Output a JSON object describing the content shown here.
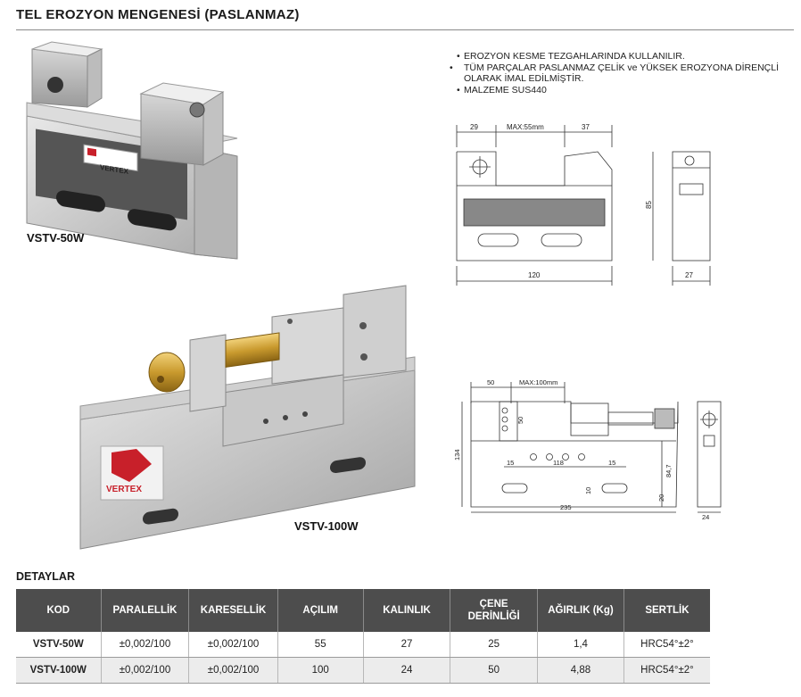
{
  "title": "TEL EROZYON MENGENESİ (PASLANMAZ)",
  "features": [
    "EROZYON KESME TEZGAHLARINDA KULLANILIR.",
    "TÜM PARÇALAR PASLANMAZ ÇELİK ve YÜKSEK EROZYONA DİRENÇLİ OLARAK İMAL EDİLMİŞTİR.",
    "MALZEME SUS440"
  ],
  "products": {
    "small_caption": "VSTV-50W",
    "large_caption": "VSTV-100W",
    "brand_label": "VERTEX"
  },
  "drawing_small": {
    "top": [
      "29",
      "MAX:55mm",
      "37"
    ],
    "height": "85",
    "width": "120",
    "side_width": "27"
  },
  "drawing_large": {
    "top": [
      "50",
      "MAX:100mm"
    ],
    "jaw": "50",
    "total_height": "134",
    "holes": [
      "15",
      "118",
      "15"
    ],
    "slot_height": "10",
    "right_height": "84,7",
    "bottom_height": "20",
    "width": "235",
    "side_width": "24"
  },
  "details": {
    "heading": "DETAYLAR",
    "columns": [
      "KOD",
      "PARALELLİK",
      "KARESELLİK",
      "AÇILIM",
      "KALINLIK",
      "ÇENE DERİNLİĞİ",
      "AĞIRLIK (Kg)",
      "SERTLİK"
    ],
    "rows": [
      [
        "VSTV-50W",
        "±0,002/100",
        "±0,002/100",
        "55",
        "27",
        "25",
        "1,4",
        "HRC54°±2°"
      ],
      [
        "VSTV-100W",
        "±0,002/100",
        "±0,002/100",
        "100",
        "24",
        "50",
        "4,88",
        "HRC54°±2°"
      ]
    ]
  },
  "colors": {
    "header_bg": "#4d4d4d",
    "brand_red": "#c8202a",
    "brass": "#c99a2e"
  }
}
